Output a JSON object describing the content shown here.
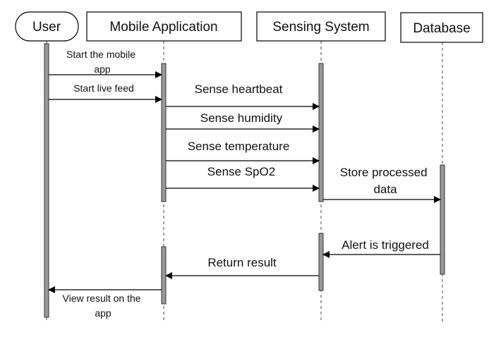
{
  "participants": {
    "user": "User",
    "mobile_app": "Mobile Application",
    "sensing": "Sensing System",
    "database": "Database"
  },
  "messages": {
    "start_app": [
      "Start the mobile",
      "app"
    ],
    "start_feed": "Start live feed",
    "sense_heartbeat": "Sense heartbeat",
    "sense_humidity": "Sense humidity",
    "sense_temperature": "Sense temperature",
    "sense_spo2": "Sense SpO2",
    "store_data": [
      "Store processed",
      "data"
    ],
    "alert": "Alert is triggered",
    "return_result": "Return result",
    "view_result": [
      "View result on the",
      "app"
    ]
  }
}
